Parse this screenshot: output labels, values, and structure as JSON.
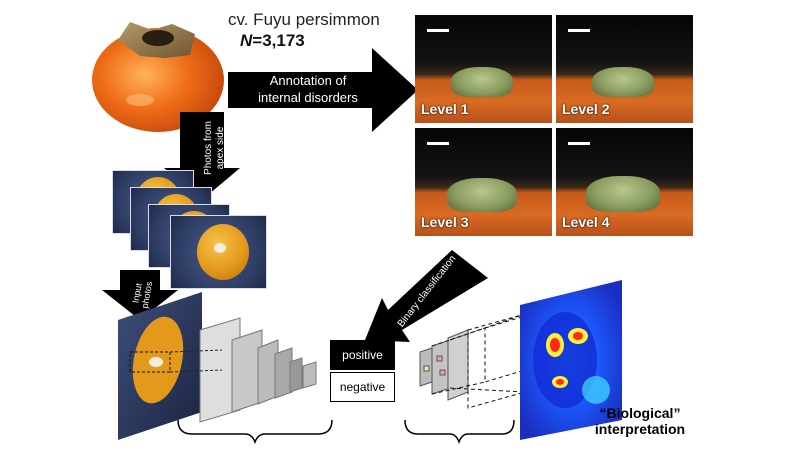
{
  "title": {
    "cultivar": "cv. Fuyu persimmon",
    "n_label": "N",
    "n_value": "=3,173"
  },
  "arrows": {
    "annotation_line1": "Annotation of",
    "annotation_line2": "internal disorders",
    "photos_line1": "Photos from",
    "photos_line2": "apex side",
    "input_line1": "Input",
    "input_line2": "photos",
    "binary": "Binary classification"
  },
  "levels": [
    "Level 1",
    "Level 2",
    "Level 3",
    "Level 4"
  ],
  "outputs": {
    "positive": "positive",
    "negative": "negative"
  },
  "interpretation": {
    "line1": "“Biological”",
    "line2": "interpretation"
  },
  "colors": {
    "arrow": "#000000",
    "persimmon": "#e8641a",
    "photo_background": "#2d3c63",
    "layer_gray": "#cfcfcf",
    "heatmap_base": "#1a3cff"
  }
}
